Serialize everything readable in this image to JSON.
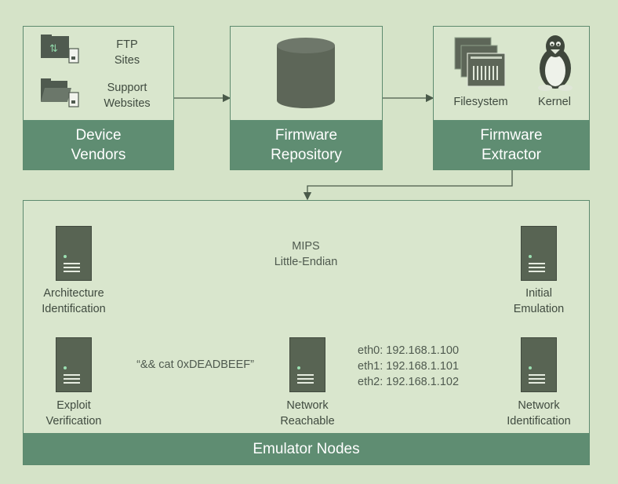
{
  "colors": {
    "background": "#d5e3c8",
    "box_fill": "#d9e6cd",
    "band_green": "#5f8d72",
    "border_green": "#5d8a6e",
    "server_gray": "#586453",
    "arrow": "#4a5a4a"
  },
  "vendors": {
    "ftp_label_1": "FTP",
    "ftp_label_2": "Sites",
    "support_label_1": "Support",
    "support_label_2": "Websites",
    "title_1": "Device",
    "title_2": "Vendors"
  },
  "repository": {
    "title_1": "Firmware",
    "title_2": "Repository"
  },
  "extractor": {
    "filesystem_label": "Filesystem",
    "kernel_label": "Kernel",
    "title_1": "Firmware",
    "title_2": "Extractor"
  },
  "emulator": {
    "title": "Emulator Nodes",
    "arch_1": "Architecture",
    "arch_2": "Identification",
    "initial_1": "Initial",
    "initial_2": "Emulation",
    "netid_1": "Network",
    "netid_2": "Identification",
    "reach_1": "Network",
    "reach_2": "Reachable",
    "exploit_1": "Exploit",
    "exploit_2": "Verification",
    "mips_1": "MIPS",
    "mips_2": "Little-Endian",
    "eth0": "eth0: 192.168.1.100",
    "eth1": "eth1: 192.168.1.101",
    "eth2": "eth2: 192.168.1.102",
    "exploit_cmd": "“&& cat 0xDEADBEEF”"
  },
  "icons": [
    "ftp-folder-icon",
    "support-folder-icon",
    "database-icon",
    "filesystem-icon",
    "linux-penguin-icon",
    "server-icon"
  ]
}
